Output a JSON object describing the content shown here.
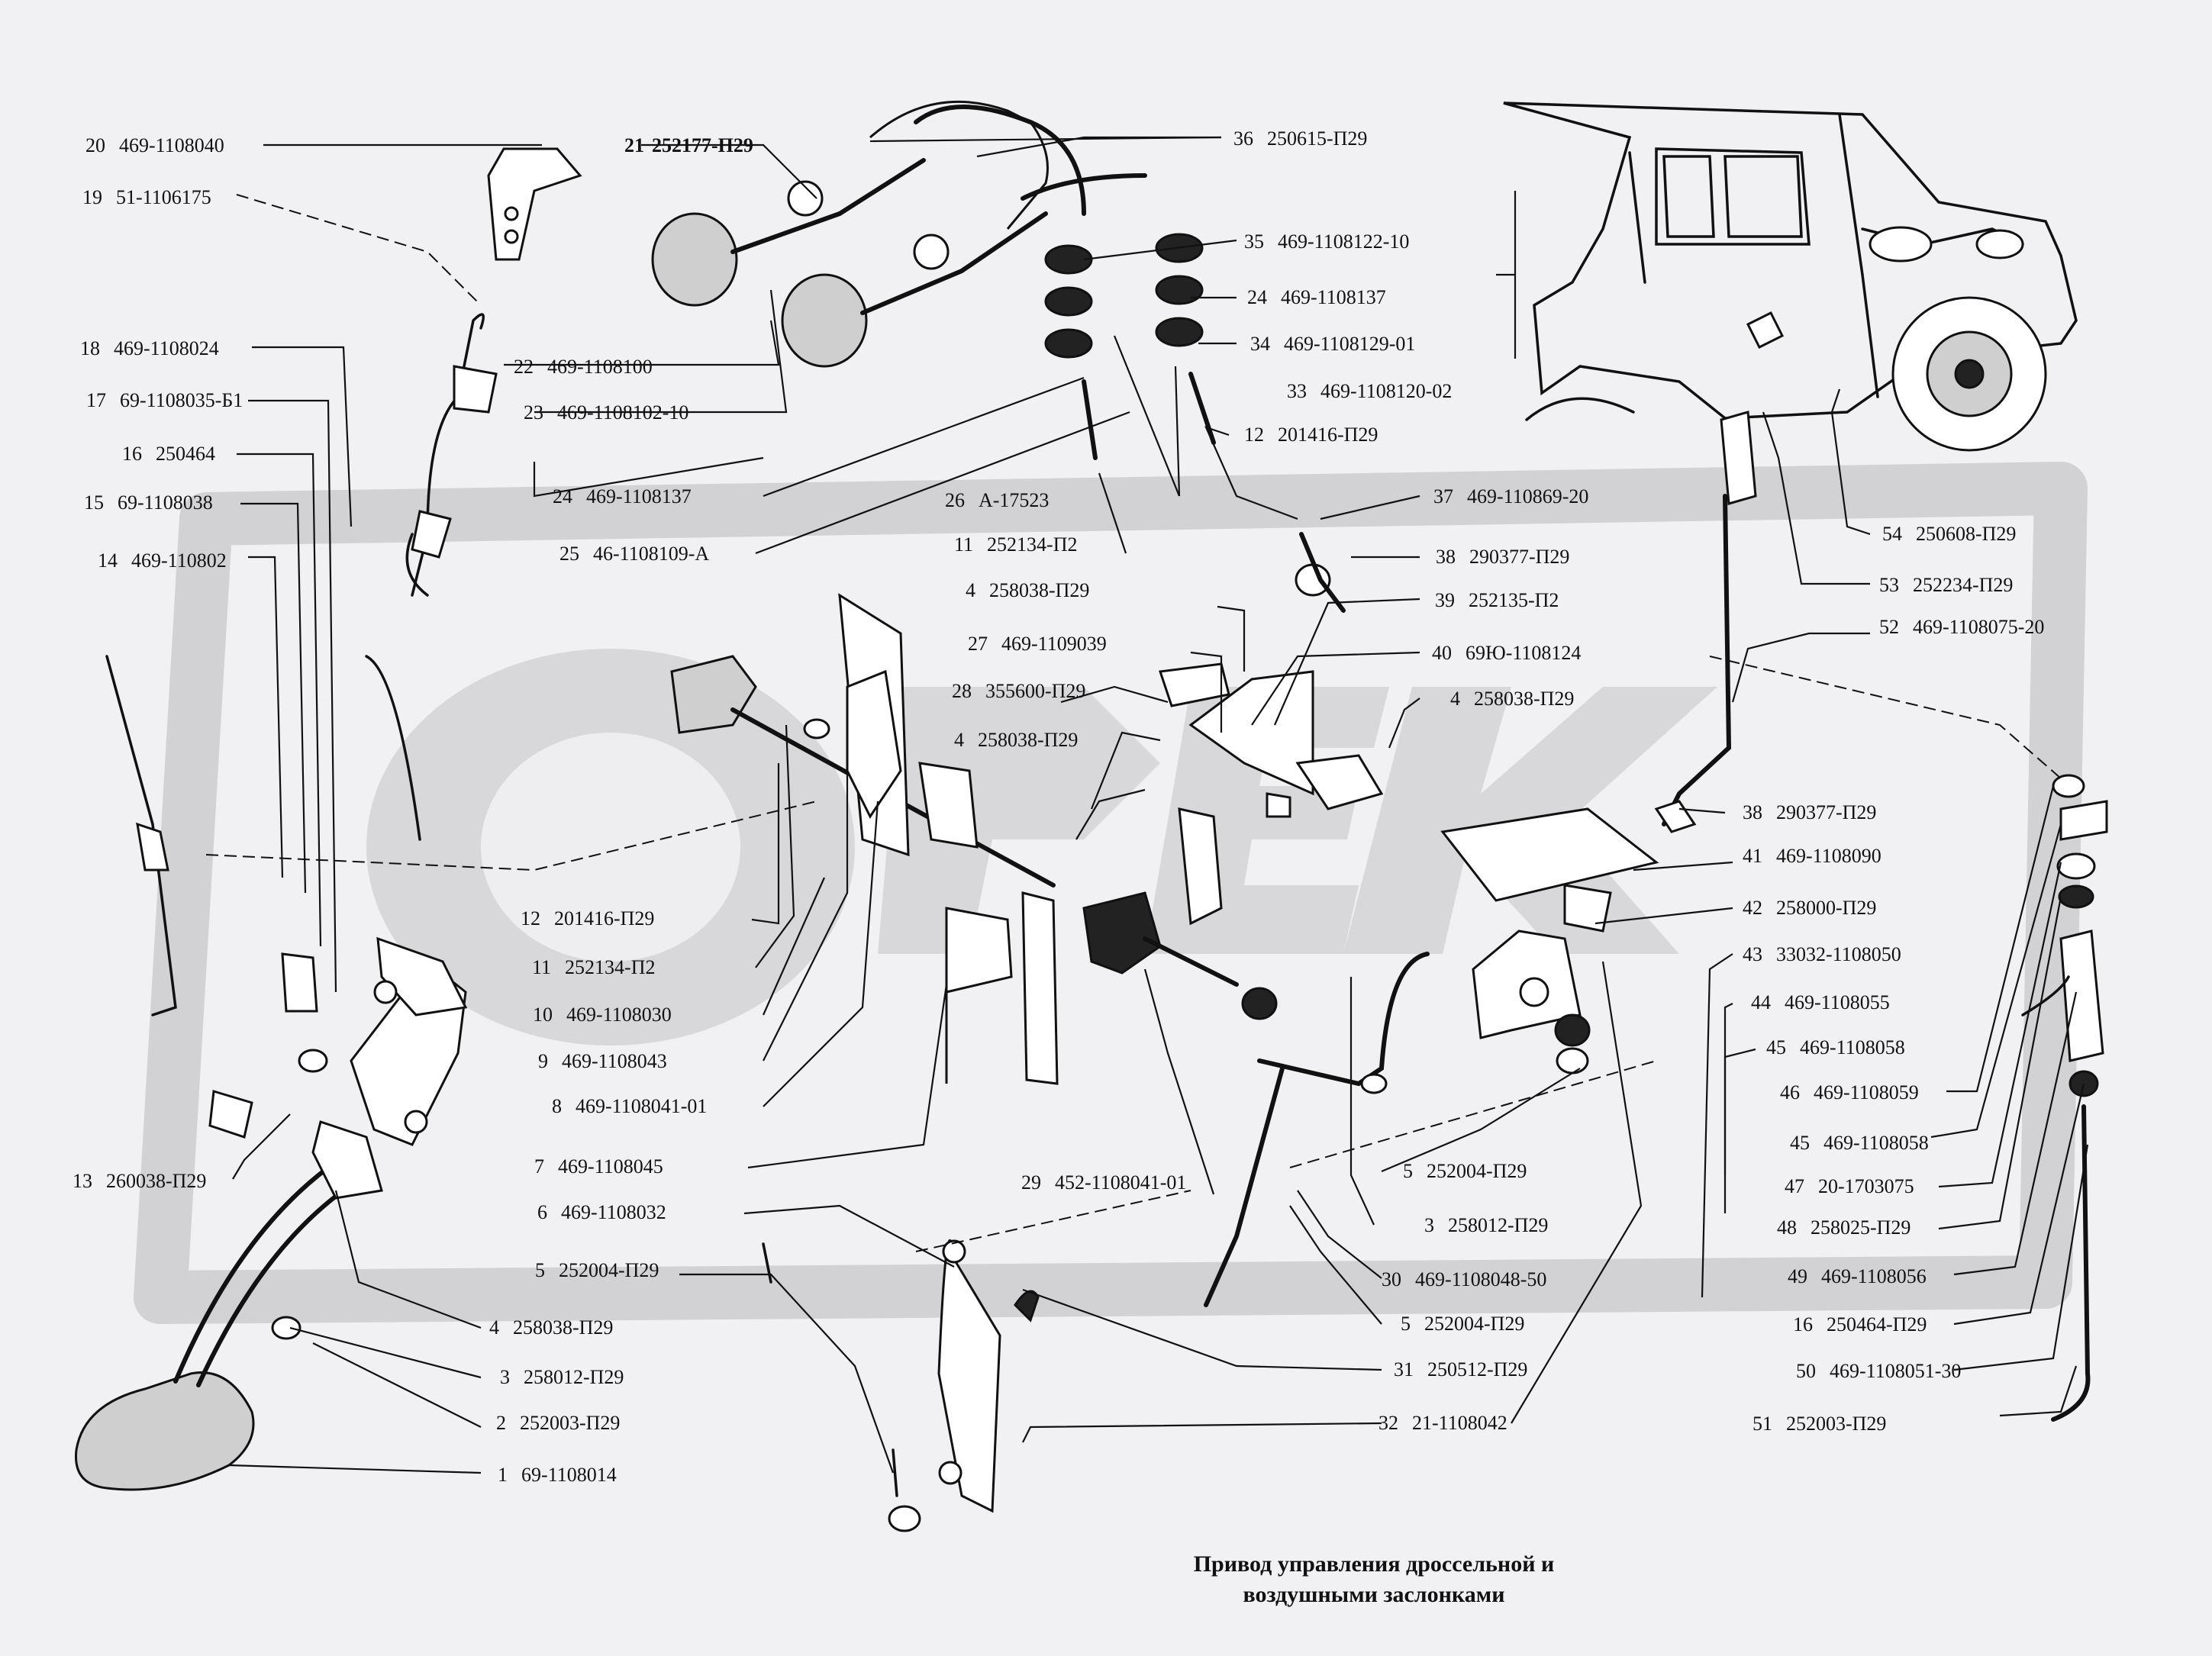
{
  "caption": {
    "line1": "Привод управления дроссельной и",
    "line2": "воздушными заслонками"
  },
  "callouts": [
    {
      "num": "20",
      "code": "469-1108040"
    },
    {
      "num": "19",
      "code": "51-1106175"
    },
    {
      "num": "18",
      "code": "469-1108024"
    },
    {
      "num": "17",
      "code": "69-1108035-Б1"
    },
    {
      "num": "16",
      "code": "250464"
    },
    {
      "num": "15",
      "code": "69-1108038"
    },
    {
      "num": "14",
      "code": "469-110802"
    },
    {
      "num": "13",
      "code": "260038-П29"
    },
    {
      "num": "4",
      "code": "258038-П29"
    },
    {
      "num": "3",
      "code": "258012-П29"
    },
    {
      "num": "2",
      "code": "252003-П29"
    },
    {
      "num": "1",
      "code": "69-1108014"
    },
    {
      "num": "21",
      "code": "252177-П29"
    },
    {
      "num": "22",
      "code": "469-1108100"
    },
    {
      "num": "23",
      "code": "469-1108102-10"
    },
    {
      "num": "24",
      "code": "469-1108137"
    },
    {
      "num": "25",
      "code": "46-1108109-А"
    },
    {
      "num": "12",
      "code": "201416-П29"
    },
    {
      "num": "11",
      "code": "252134-П2"
    },
    {
      "num": "10",
      "code": "469-1108030"
    },
    {
      "num": "9",
      "code": "469-1108043"
    },
    {
      "num": "8",
      "code": "469-1108041-01"
    },
    {
      "num": "7",
      "code": "469-1108045"
    },
    {
      "num": "6",
      "code": "469-1108032"
    },
    {
      "num": "5",
      "code": "252004-П29"
    },
    {
      "num": "26",
      "code": "А-17523"
    },
    {
      "num": "11",
      "code": "252134-П2"
    },
    {
      "num": "4",
      "code": "258038-П29"
    },
    {
      "num": "27",
      "code": "469-1109039"
    },
    {
      "num": "28",
      "code": "355600-П29"
    },
    {
      "num": "4",
      "code": "258038-П29"
    },
    {
      "num": "29",
      "code": "452-1108041-01"
    },
    {
      "num": "36",
      "code": "250615-П29"
    },
    {
      "num": "35",
      "code": "469-1108122-10"
    },
    {
      "num": "24",
      "code": "469-1108137"
    },
    {
      "num": "34",
      "code": "469-1108129-01"
    },
    {
      "num": "33",
      "code": "469-1108120-02"
    },
    {
      "num": "12",
      "code": "201416-П29"
    },
    {
      "num": "37",
      "code": "469-110869-20"
    },
    {
      "num": "38",
      "code": "290377-П29"
    },
    {
      "num": "39",
      "code": "252135-П2"
    },
    {
      "num": "40",
      "code": "69Ю-1108124"
    },
    {
      "num": "4",
      "code": "258038-П29"
    },
    {
      "num": "5",
      "code": "252004-П29"
    },
    {
      "num": "3",
      "code": "258012-П29"
    },
    {
      "num": "30",
      "code": "469-1108048-50"
    },
    {
      "num": "5",
      "code": "252004-П29"
    },
    {
      "num": "31",
      "code": "250512-П29"
    },
    {
      "num": "32",
      "code": "21-1108042"
    },
    {
      "num": "54",
      "code": "250608-П29"
    },
    {
      "num": "53",
      "code": "252234-П29"
    },
    {
      "num": "52",
      "code": "469-1108075-20"
    },
    {
      "num": "38",
      "code": "290377-П29"
    },
    {
      "num": "41",
      "code": "469-1108090"
    },
    {
      "num": "42",
      "code": "258000-П29"
    },
    {
      "num": "43",
      "code": "33032-1108050"
    },
    {
      "num": "44",
      "code": "469-1108055"
    },
    {
      "num": "45",
      "code": "469-1108058"
    },
    {
      "num": "46",
      "code": "469-1108059"
    },
    {
      "num": "45",
      "code": "469-1108058"
    },
    {
      "num": "47",
      "code": "20-1703075"
    },
    {
      "num": "48",
      "code": "258025-П29"
    },
    {
      "num": "49",
      "code": "469-1108056"
    },
    {
      "num": "16",
      "code": "250464-П29"
    },
    {
      "num": "50",
      "code": "469-1108051-30"
    },
    {
      "num": "51",
      "code": "252003-П29"
    }
  ]
}
